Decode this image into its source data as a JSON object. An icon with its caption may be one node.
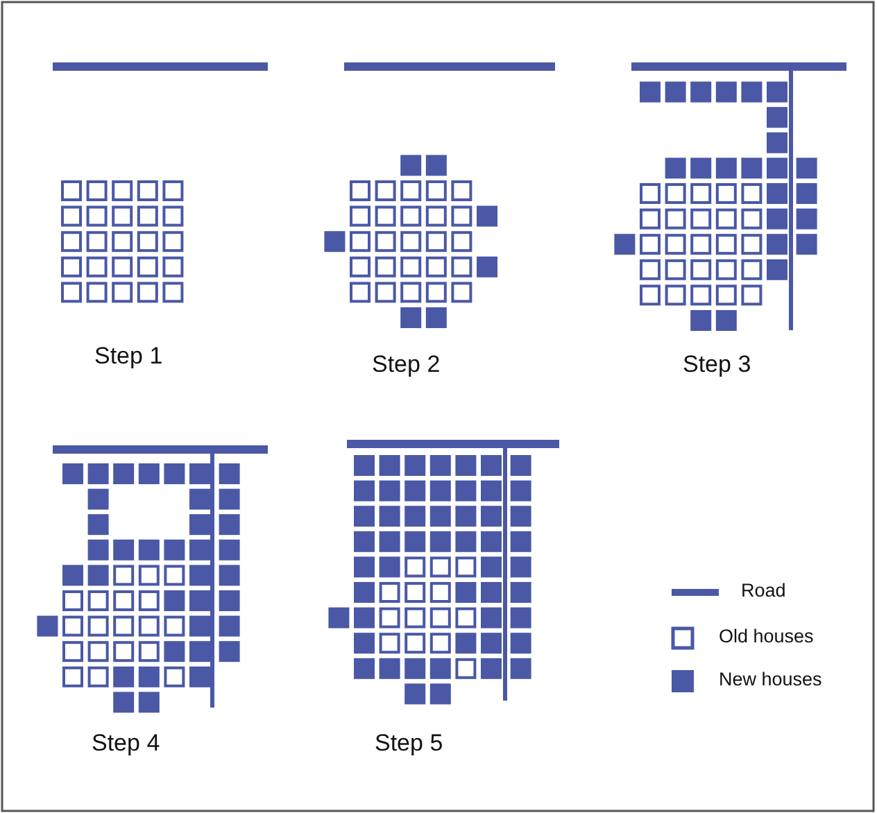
{
  "diagram": {
    "labels": [
      "Step 1",
      "Step 2",
      "Step 3",
      "Step 4",
      "Step 5"
    ],
    "legend": [
      {
        "text": "Road"
      },
      {
        "text": "Old houses"
      },
      {
        "text": "New houses",
        "color": "#4a58a6"
      }
    ]
  }
}
